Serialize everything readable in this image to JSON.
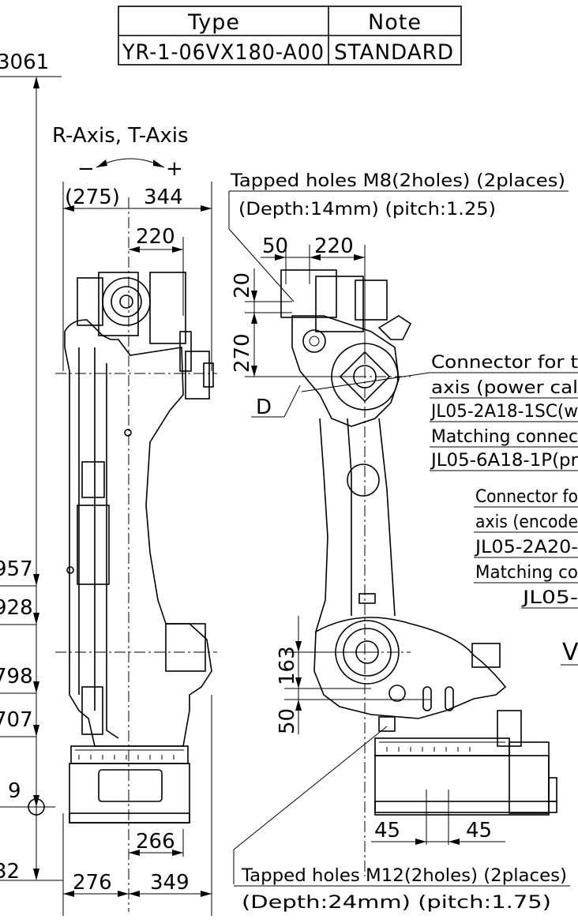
{
  "table": {
    "header_type": "Type",
    "header_note": "Note",
    "type_value": "YR-1-06VX180-A00",
    "note_value": "STANDARD"
  },
  "rotation": {
    "label": "R-Axis, T-Axis",
    "minus": "−",
    "plus": "+"
  },
  "left_view": {
    "top_dim": "3061",
    "side_dims": [
      "957",
      "928",
      "798",
      "707",
      "9",
      "32"
    ],
    "width_neg": "(275)",
    "width_pos": "344",
    "offset_top": "220",
    "offset_bottom": "266",
    "base_left": "276",
    "base_right": "349"
  },
  "right_view": {
    "dim_50": "50",
    "dim_220": "220",
    "dim_20": "20",
    "dim_270": "270",
    "dim_163": "163",
    "dim_50b": "50",
    "dim_45a": "45",
    "dim_45b": "45",
    "detail": "D",
    "view_letter": "V"
  },
  "notes": {
    "tapped_m8_1": "Tapped holes M8(2holes) (2places)",
    "tapped_m8_2": "(Depth:14mm) (pitch:1.25)",
    "tapped_m12_1": "Tapped holes M12(2holes) (2places)",
    "tapped_m12_2": "(Depth:24mm) (pitch:1.75)",
    "conn_power_1": "Connector for t",
    "conn_power_2": "axis (power cal",
    "conn_power_3": "JL05-2A18-1SC(w",
    "conn_power_4": "Matching connec",
    "conn_power_5": "JL05-6A18-1P(pr",
    "conn_enc_1": "Connector fo",
    "conn_enc_2": "axis (encode",
    "conn_enc_3": "JL05-2A20-",
    "conn_enc_4": "Matching co",
    "conn_enc_5": "JL05-"
  }
}
